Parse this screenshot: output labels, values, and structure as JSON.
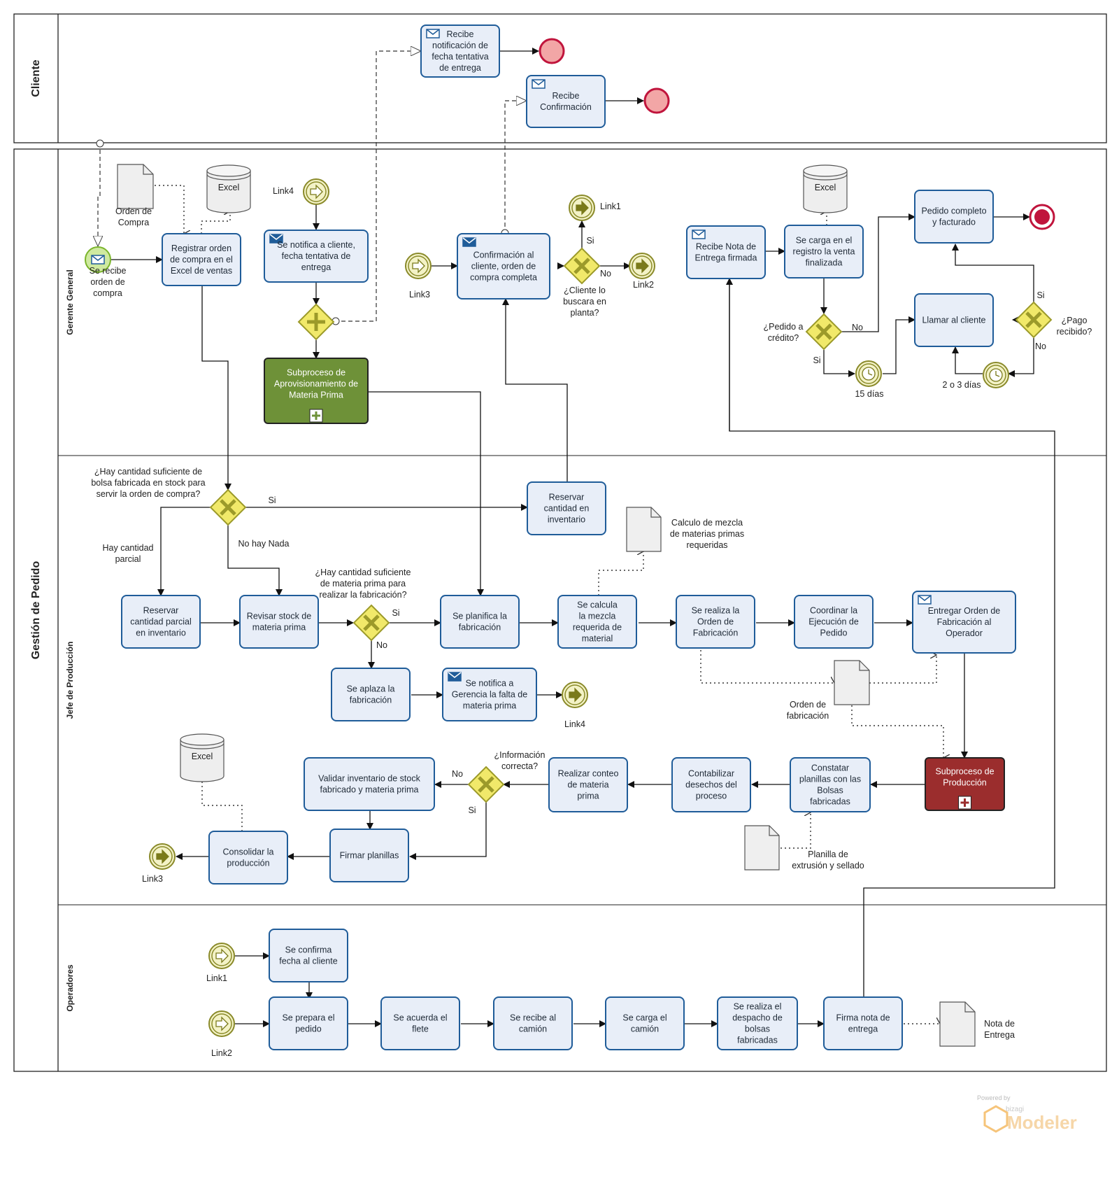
{
  "pools": {
    "cliente": "Cliente",
    "gestion": "Gestión de Pedido"
  },
  "lanes": {
    "gerente": "Gerente General",
    "jefe": "Jefe de Producción",
    "operadores": "Operadores"
  },
  "tasks": {
    "c_recibe_notif": [
      "Recibe",
      "notificación de",
      "fecha tentativa",
      "de entrega"
    ],
    "c_recibe_conf": [
      "Recibe",
      "Confirmación"
    ],
    "g_registrar": [
      "Registrar orden",
      "de compra en el",
      "Excel de ventas"
    ],
    "g_notifica": [
      "Se notifica a cliente,",
      "fecha tentativa de",
      "entrega"
    ],
    "g_confirmacion": [
      "Confirmación al",
      "cliente, orden de",
      "compra completa"
    ],
    "g_recibe_nota": [
      "Recibe Nota de",
      "Entrega firmada"
    ],
    "g_carga_registro": [
      "Se carga en el",
      "registro la venta",
      "finalizada"
    ],
    "g_pedido_completo": [
      "Pedido completo",
      "y facturado"
    ],
    "g_llamar": [
      "Llamar al cliente"
    ],
    "j_reservar_inv": [
      "Reservar",
      "cantidad en",
      "inventario"
    ],
    "j_reservar_parcial": [
      "Reservar",
      "cantidad parcial",
      "en inventario"
    ],
    "j_revisar_stock": [
      "Revisar stock de",
      "materia prima"
    ],
    "j_planifica": [
      "Se planifica la",
      "fabricación"
    ],
    "j_calcula": [
      "Se calcula",
      "la mezcla",
      "requerida de",
      "material"
    ],
    "j_orden_fab": [
      "Se realiza la",
      "Orden de",
      "Fabricación"
    ],
    "j_coordinar": [
      "Coordinar la",
      "Ejecución de",
      "Pedido"
    ],
    "j_entregar_orden": [
      "Entregar Orden de",
      "Fabricación al",
      "Operador"
    ],
    "j_aplaza": [
      "Se aplaza la",
      "fabricación"
    ],
    "j_notifica_falta": [
      "Se notifica a",
      "Gerencia la falta de",
      "materia prima"
    ],
    "j_constatar": [
      "Constatar",
      "planillas con las",
      "Bolsas",
      "fabricadas"
    ],
    "j_contabilizar": [
      "Contabilizar",
      "desechos del",
      "proceso"
    ],
    "j_conteo": [
      "Realizar conteo",
      "de materia",
      "prima"
    ],
    "j_validar": [
      "Validar inventario de stock",
      "fabricado y materia prima"
    ],
    "j_firmar": [
      "Firmar planillas"
    ],
    "j_consolidar": [
      "Consolidar la",
      "producción"
    ],
    "o_confirma": [
      "Se confirma",
      "fecha al cliente"
    ],
    "o_prepara": [
      "Se prepara el",
      "pedido"
    ],
    "o_flete": [
      "Se acuerda el",
      "flete"
    ],
    "o_camion": [
      "Se recibe al",
      "camión"
    ],
    "o_carga": [
      "Se carga el",
      "camión"
    ],
    "o_despacho": [
      "Se realiza el",
      "despacho de",
      "bolsas",
      "fabricadas"
    ],
    "o_firma": [
      "Firma nota de",
      "entrega"
    ]
  },
  "subprocesses": {
    "aprovisionamiento": [
      "Subproceso de",
      "Aprovisionamiento de",
      "Materia Prima"
    ],
    "produccion": [
      "Subproceso de",
      "Producción"
    ]
  },
  "gateway_labels": {
    "cliente_planta": [
      "¿Cliente lo",
      "buscara en",
      "planta?"
    ],
    "pedido_credito": [
      "¿Pedido a",
      "crédito?"
    ],
    "pago": [
      "¿Pago",
      "recibido?"
    ],
    "stock_bolsa": [
      "¿Hay cantidad suficiente de",
      "bolsa fabricada en stock para",
      "servir la orden de compra?"
    ],
    "materia_prima": [
      "¿Hay cantidad suficiente",
      "de materia prima para",
      "realizar la fabricación?"
    ],
    "informacion": [
      "¿Información",
      "correcta?"
    ]
  },
  "event_labels": {
    "start_orden": [
      "Se recibe",
      "orden de",
      "compra"
    ],
    "link1": "Link1",
    "link2": "Link2",
    "link3": "Link3",
    "link4": "Link4",
    "timer15": "15 días",
    "timer23": "2 o 3 días"
  },
  "flow_labels": {
    "si": "Si",
    "no": "No",
    "hay_parcial": [
      "Hay  cantidad",
      "parcial"
    ],
    "no_hay_nada": "No hay Nada"
  },
  "artifacts": {
    "orden_compra": [
      "Orden de",
      "Compra"
    ],
    "excel": "Excel",
    "calculo_mezcla": [
      "Calculo de mezcla",
      "de materias primas",
      "requeridas"
    ],
    "orden_fabricacion": [
      "Orden de",
      "fabricación"
    ],
    "planilla": [
      "Planilla de",
      "extrusión y sellado"
    ],
    "nota_entrega": [
      "Nota de",
      "Entrega"
    ]
  },
  "watermark": {
    "powered": "Powered by",
    "brand": "bizagi",
    "product": "Modeler"
  },
  "colors": {
    "task_fill": "#e8eef8",
    "task_stroke": "#1f5c99",
    "gateway_fill": "#f1e96a",
    "gateway_stroke": "#9c9a2a",
    "link_fill": "#f3f2c6",
    "link_stroke": "#8a8a2a",
    "sub_green": "#6e9138",
    "sub_red": "#9b2d2d",
    "end_fill": "#f2a6a6",
    "end_stroke": "#c0143c"
  }
}
